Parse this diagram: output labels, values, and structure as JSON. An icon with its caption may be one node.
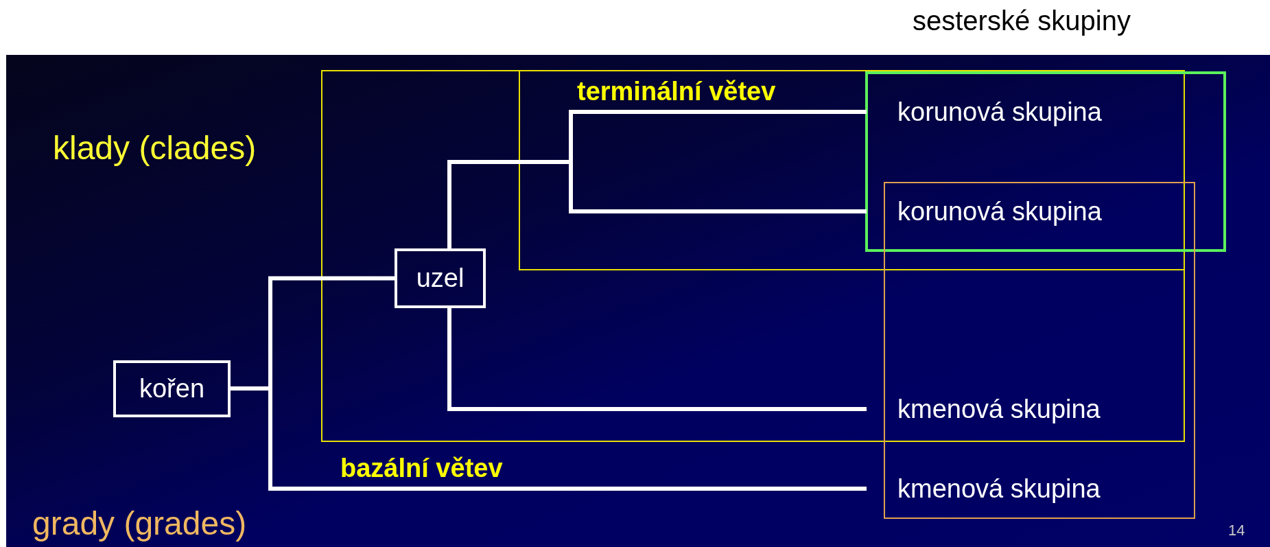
{
  "diagram": {
    "nodes": [
      {
        "text": [
          "korunová skupina"
        ]
      },
      {
        "text": [
          "korunová skupina"
        ]
      },
      {
        "text": [
          "uzel"
        ]
      },
      {
        "text": [
          "kmenová skupina"
        ]
      },
      {
        "text": [
          "kořen"
        ]
      },
      {
        "text": [
          "kmenová skupina"
        ]
      }
    ],
    "edges": [
      {
        "from": 4,
        "to": 2,
        "arrow": "none"
      },
      {
        "from": 2,
        "to": 0,
        "arrow": "none",
        "label": "terminální větev"
      },
      {
        "from": 2,
        "to": 1,
        "arrow": "none"
      },
      {
        "from": 2,
        "to": 3,
        "arrow": "none"
      },
      {
        "from": 4,
        "to": 5,
        "arrow": "none",
        "label": "bazální větev"
      }
    ],
    "labels": [
      "sesterské skupiny",
      "klady (clades)",
      "grady (grades)",
      "14"
    ]
  }
}
